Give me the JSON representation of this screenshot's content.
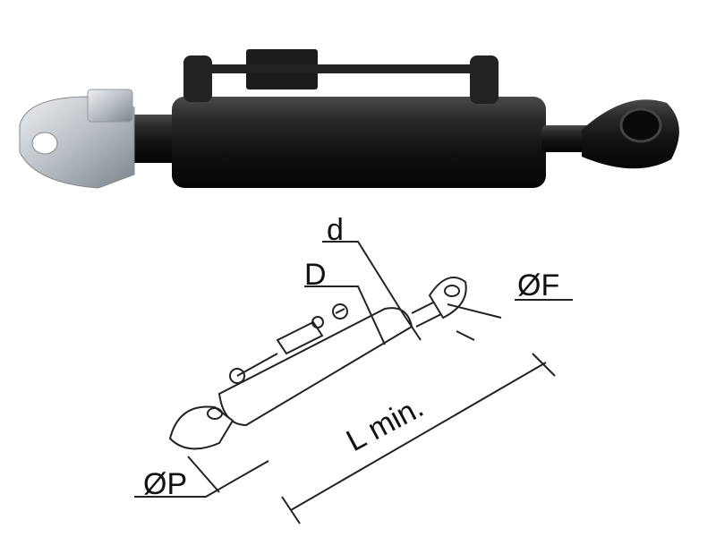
{
  "labels": {
    "rod_diameter": "d",
    "cylinder_diameter": "D",
    "eye_pin_diameter": "ØF",
    "length_min": "L min.",
    "clevis_pin_diameter": "ØP"
  },
  "colors": {
    "cylinder_body": "#1a1a1a",
    "clevis_metal": "#c8ccd0",
    "drawing_line": "#222222"
  }
}
